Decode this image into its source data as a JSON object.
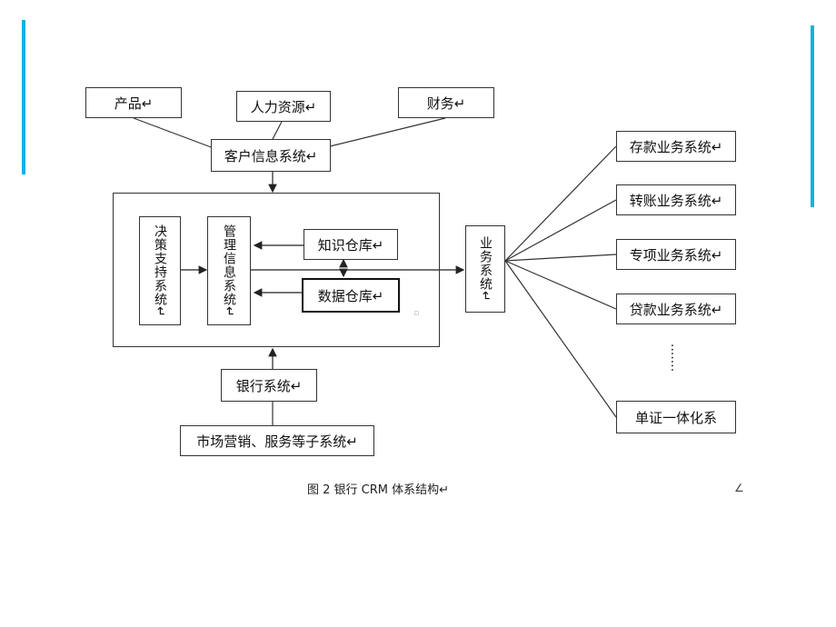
{
  "top_sources": [
    "产品↵",
    "人力资源↵",
    "财务↵"
  ],
  "customer_info": "客户信息系统↵",
  "inner": {
    "decision": "决策支持系统↵",
    "mis": "管理信息系统↵",
    "knowledge": "知识仓库↵",
    "data_warehouse": "数据仓库↵"
  },
  "business": "业务系统↵",
  "right_systems": [
    "存款业务系统↵",
    "转账业务系统↵",
    "专项业务系统↵",
    "贷款业务系统↵",
    "单证一体化系"
  ],
  "dots": "·······",
  "bank": "银行系统↵",
  "market": "市场营销、服务等子系统↵",
  "caption": "图 2 银行 CRM 体系结构↵",
  "colors": {
    "accent": "#0fb0e6",
    "line": "#333333"
  }
}
